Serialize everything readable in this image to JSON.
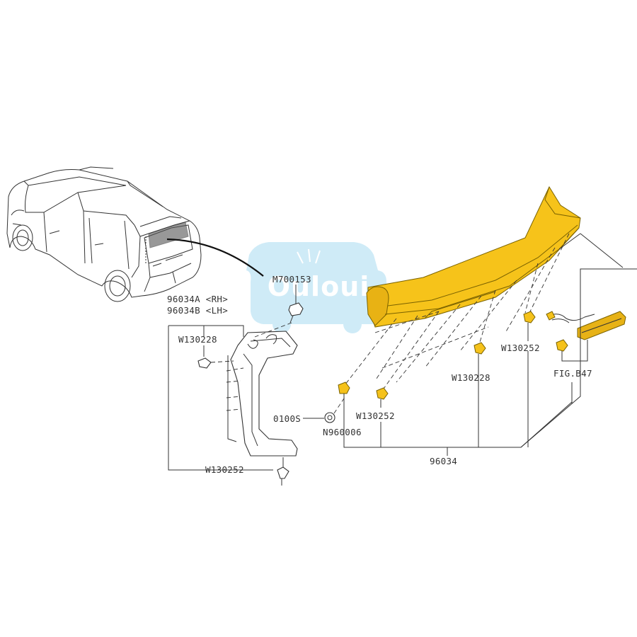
{
  "labels": {
    "m700153": "M700153",
    "p96034a": "96034A <RH>",
    "p96034b": "96034B <LH>",
    "w130228_left": "W130228",
    "w130252_left": "W130252",
    "s0100": "0100S",
    "n960006": "N960006",
    "w130252_center": "W130252",
    "w130228_right": "W130228",
    "w130252_right": "W130252",
    "fig_b47": "FIG.B47",
    "p96034": "96034"
  },
  "watermark": {
    "text": "Ouloui"
  },
  "colors": {
    "line": "#333333",
    "spoiler_fill": "#f6c31a",
    "spoiler_shade": "#e0a90b",
    "fastener": "#f5c21b",
    "lamp": "#e7b216",
    "watermark": "#9ed8f0"
  },
  "icons": {
    "vehicle": "suv-rear-three-quarter-icon",
    "spoiler": "rear-spoiler-icon",
    "bracket": "spoiler-side-bracket-icon",
    "lamp": "high-mount-stop-lamp-icon",
    "clip": "clip-fastener-icon",
    "bolt": "bolt-icon",
    "nut": "nut-icon"
  }
}
